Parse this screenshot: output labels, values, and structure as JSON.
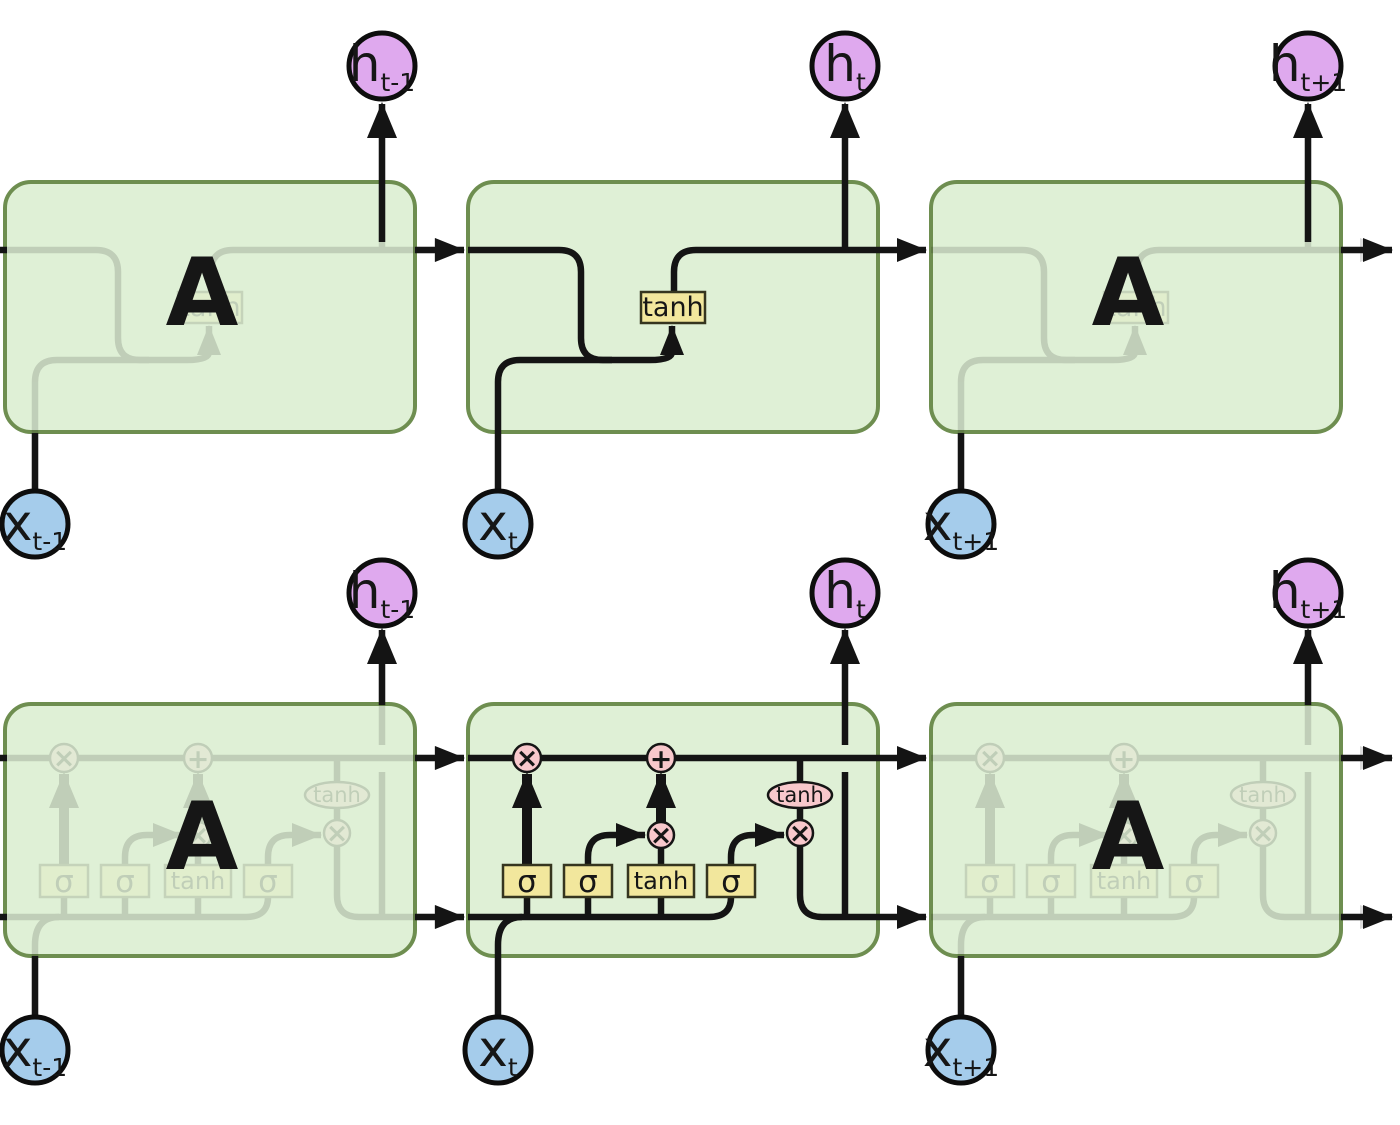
{
  "diagram": {
    "module_label": "A",
    "nodes": {
      "h_prev": {
        "main": "h",
        "sub": "t-1"
      },
      "h_cur": {
        "main": "h",
        "sub": "t"
      },
      "h_next": {
        "main": "h",
        "sub": "t+1"
      },
      "x_prev": {
        "main": "x",
        "sub": "t-1"
      },
      "x_cur": {
        "main": "x",
        "sub": "t"
      },
      "x_next": {
        "main": "x",
        "sub": "t+1"
      }
    },
    "ops": {
      "multiply": "×",
      "add": "+",
      "tanh": "tanh",
      "sigmoid": "σ"
    },
    "colors": {
      "block_fill": "#DFF0D6",
      "block_stroke": "#6E8E50",
      "hidden_node_fill": "#DFA9EE",
      "input_node_fill": "#A5CCEB",
      "gate_fill": "#F2E79D",
      "op_fill": "#F8C8CC",
      "wire": "#141414"
    }
  }
}
